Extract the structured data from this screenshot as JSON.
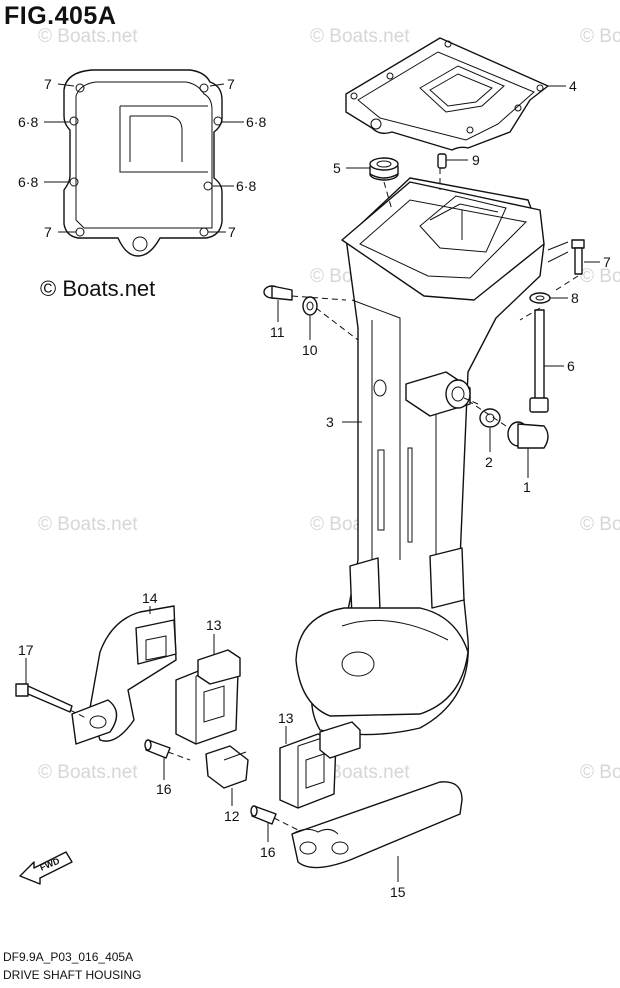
{
  "figure": {
    "title": "FIG.405A",
    "copyright": "© Boats.net",
    "watermark": "© Boats.net",
    "model_code": "DF9.9A_P03_016_405A",
    "name": "DRIVE SHAFT HOUSING"
  },
  "labels": {
    "fwd": "FWD",
    "l1": "1",
    "l2": "2",
    "l3": "3",
    "l4": "4",
    "l5": "5",
    "l6": "6",
    "l7a": "7",
    "l7b": "7",
    "l7c": "7",
    "l7d": "7",
    "l7e": "7",
    "l68a": "6·8",
    "l68b": "6·8",
    "l68c": "6·8",
    "l68d": "6·8",
    "l8": "8",
    "l9": "9",
    "l10": "10",
    "l11": "11",
    "l12": "12",
    "l13a": "13",
    "l13b": "13",
    "l14": "14",
    "l15": "15",
    "l16a": "16",
    "l16b": "16",
    "l17": "17"
  }
}
